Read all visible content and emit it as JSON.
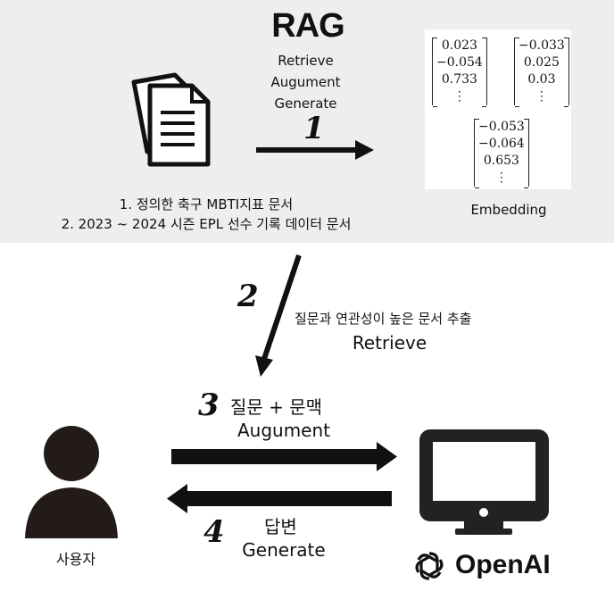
{
  "title": "RAG",
  "steps_header": [
    "Retrieve",
    "Augument",
    "Generate"
  ],
  "step1_number": "1",
  "documents": {
    "line1": "1. 정의한 축구 MBTI지표 문서",
    "line2": "2. 2023 ~ 2024 시즌 EPL 선수 기록 데이터 문서"
  },
  "embedding": {
    "label": "Embedding",
    "vectors": [
      [
        "0.023",
        "−0.054",
        "0.733",
        "⋮"
      ],
      [
        "−0.033",
        "0.025",
        "0.03",
        "⋮"
      ],
      [
        "−0.053",
        "−0.064",
        "0.653",
        "⋮"
      ]
    ]
  },
  "step2": {
    "number": "2",
    "description": "질문과 연관성이 높은 문서 추출",
    "label": "Retrieve"
  },
  "step3": {
    "number": "3",
    "description": "질문 + 문맥",
    "label": "Augument"
  },
  "step4": {
    "number": "4",
    "description": "답변",
    "label": "Generate"
  },
  "user_label": "사용자",
  "brand_label": "OpenAI"
}
